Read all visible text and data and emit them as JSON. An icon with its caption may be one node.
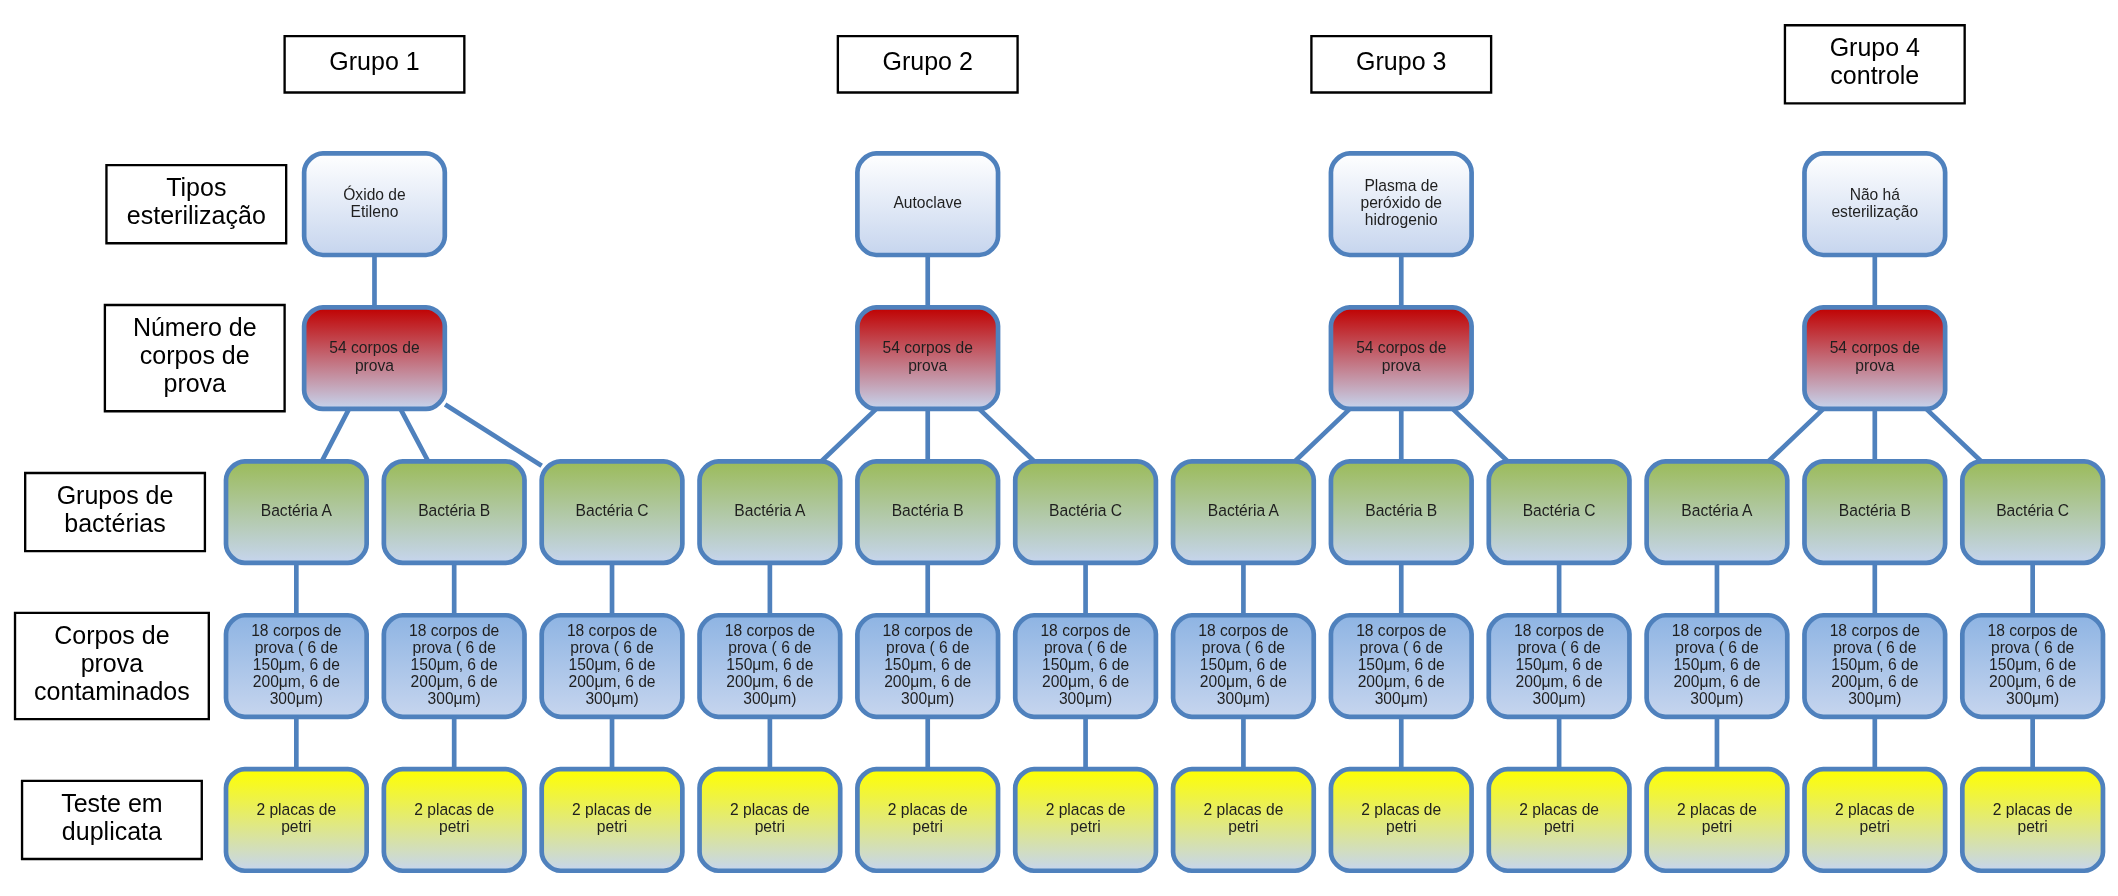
{
  "diagram": {
    "nodes": [
      {
        "text": [
          "Grupo 1"
        ]
      },
      {
        "text": [
          "Grupo 2"
        ]
      },
      {
        "text": [
          "Grupo 3"
        ]
      },
      {
        "text": [
          "Grupo 4 controle"
        ]
      },
      {
        "text": [
          "Tipos esterilização"
        ]
      },
      {
        "text": [
          "Número de corpos de prova"
        ]
      },
      {
        "text": [
          "Grupos de bactérias"
        ]
      },
      {
        "text": [
          "Corpos de prova contaminados"
        ]
      },
      {
        "text": [
          "Teste em duplicata"
        ]
      },
      {
        "text": [
          "Óxido de Etileno"
        ]
      },
      {
        "text": [
          "54 corpos de prova"
        ]
      },
      {
        "text": [
          "Bactéria A"
        ]
      },
      {
        "text": [
          "Bactéria B"
        ]
      },
      {
        "text": [
          "Bactéria C"
        ]
      },
      {
        "text": [
          "18 corpos de prova ( 6 de 150μm, 6 de 200μm, 6 de 300μm)"
        ]
      },
      {
        "text": [
          "18 corpos de prova ( 6 de 150μm, 6 de 200μm, 6 de 300μm)"
        ]
      },
      {
        "text": [
          "18 corpos de prova ( 6 de 150μm, 6 de 200μm, 6 de 300μm)"
        ]
      },
      {
        "text": [
          "2 placas de petri"
        ]
      },
      {
        "text": [
          "2 placas de petri"
        ]
      },
      {
        "text": [
          "2 placas de petri"
        ]
      },
      {
        "text": [
          "Autoclave"
        ]
      },
      {
        "text": [
          "54 corpos de prova"
        ]
      },
      {
        "text": [
          "Bactéria A"
        ]
      },
      {
        "text": [
          "Bactéria B"
        ]
      },
      {
        "text": [
          "Bactéria C"
        ]
      },
      {
        "text": [
          "18 corpos de prova ( 6 de 150μm, 6 de 200μm, 6 de 300μm)"
        ]
      },
      {
        "text": [
          "18 corpos de prova ( 6 de 150μm, 6 de 200μm, 6 de 300μm)"
        ]
      },
      {
        "text": [
          "18 corpos de prova ( 6 de 150μm, 6 de 200μm, 6 de 300μm)"
        ]
      },
      {
        "text": [
          "2 placas de petri"
        ]
      },
      {
        "text": [
          "2 placas de petri"
        ]
      },
      {
        "text": [
          "2 placas de petri"
        ]
      },
      {
        "text": [
          "Plasma de peróxido de hidrogenio"
        ]
      },
      {
        "text": [
          "54 corpos de prova"
        ]
      },
      {
        "text": [
          "Bactéria A"
        ]
      },
      {
        "text": [
          "Bactéria B"
        ]
      },
      {
        "text": [
          "Bactéria C"
        ]
      },
      {
        "text": [
          "18 corpos de prova ( 6 de 150μm, 6 de 200μm, 6 de 300μm)"
        ]
      },
      {
        "text": [
          "18 corpos de prova ( 6 de 150μm, 6 de 200μm, 6 de 300μm)"
        ]
      },
      {
        "text": [
          "18 corpos de prova ( 6 de 150μm, 6 de 200μm, 6 de 300μm)"
        ]
      },
      {
        "text": [
          "2 placas de petri"
        ]
      },
      {
        "text": [
          "2 placas de petri"
        ]
      },
      {
        "text": [
          "2 placas de petri"
        ]
      },
      {
        "text": [
          "Não há esterilização"
        ]
      },
      {
        "text": [
          "54 corpos de prova"
        ]
      },
      {
        "text": [
          "Bactéria A"
        ]
      },
      {
        "text": [
          "Bactéria B"
        ]
      },
      {
        "text": [
          "Bactéria C"
        ]
      },
      {
        "text": [
          "18 corpos de prova ( 6 de 150μm, 6 de 200μm, 6 de 300μm)"
        ]
      },
      {
        "text": [
          "18 corpos de prova ( 6 de 150μm, 6 de 200μm, 6 de 300μm)"
        ]
      },
      {
        "text": [
          "18 corpos de prova ( 6 de 150μm, 6 de 200μm, 6 de 300μm)"
        ]
      },
      {
        "text": [
          "2 placas de petri"
        ]
      },
      {
        "text": [
          "2 placas de petri"
        ]
      },
      {
        "text": [
          "2 placas de petri"
        ]
      }
    ],
    "edges": [
      {
        "from": 9,
        "to": 10,
        "arrow": "none"
      },
      {
        "from": 10,
        "to": 11,
        "arrow": "none"
      },
      {
        "from": 10,
        "to": 12,
        "arrow": "none"
      },
      {
        "from": 10,
        "to": 13,
        "arrow": "none"
      },
      {
        "from": 11,
        "to": 14,
        "arrow": "none"
      },
      {
        "from": 12,
        "to": 15,
        "arrow": "none"
      },
      {
        "from": 13,
        "to": 16,
        "arrow": "none"
      },
      {
        "from": 14,
        "to": 17,
        "arrow": "none"
      },
      {
        "from": 15,
        "to": 18,
        "arrow": "none"
      },
      {
        "from": 16,
        "to": 19,
        "arrow": "none"
      },
      {
        "from": 20,
        "to": 21,
        "arrow": "none"
      },
      {
        "from": 21,
        "to": 22,
        "arrow": "none"
      },
      {
        "from": 21,
        "to": 23,
        "arrow": "none"
      },
      {
        "from": 21,
        "to": 24,
        "arrow": "none"
      },
      {
        "from": 22,
        "to": 25,
        "arrow": "none"
      },
      {
        "from": 23,
        "to": 26,
        "arrow": "none"
      },
      {
        "from": 24,
        "to": 27,
        "arrow": "none"
      },
      {
        "from": 25,
        "to": 28,
        "arrow": "none"
      },
      {
        "from": 26,
        "to": 29,
        "arrow": "none"
      },
      {
        "from": 27,
        "to": 30,
        "arrow": "none"
      },
      {
        "from": 31,
        "to": 32,
        "arrow": "none"
      },
      {
        "from": 32,
        "to": 33,
        "arrow": "none"
      },
      {
        "from": 32,
        "to": 34,
        "arrow": "none"
      },
      {
        "from": 32,
        "to": 35,
        "arrow": "none"
      },
      {
        "from": 33,
        "to": 36,
        "arrow": "none"
      },
      {
        "from": 34,
        "to": 37,
        "arrow": "none"
      },
      {
        "from": 35,
        "to": 38,
        "arrow": "none"
      },
      {
        "from": 36,
        "to": 39,
        "arrow": "none"
      },
      {
        "from": 37,
        "to": 40,
        "arrow": "none"
      },
      {
        "from": 38,
        "to": 41,
        "arrow": "none"
      },
      {
        "from": 42,
        "to": 43,
        "arrow": "none"
      },
      {
        "from": 43,
        "to": 44,
        "arrow": "none"
      },
      {
        "from": 43,
        "to": 45,
        "arrow": "none"
      },
      {
        "from": 43,
        "to": 46,
        "arrow": "none"
      },
      {
        "from": 44,
        "to": 47,
        "arrow": "none"
      },
      {
        "from": 45,
        "to": 48,
        "arrow": "none"
      },
      {
        "from": 46,
        "to": 49,
        "arrow": "none"
      },
      {
        "from": 47,
        "to": 50,
        "arrow": "none"
      },
      {
        "from": 48,
        "to": 51,
        "arrow": "none"
      },
      {
        "from": 49,
        "to": 52,
        "arrow": "none"
      }
    ]
  }
}
